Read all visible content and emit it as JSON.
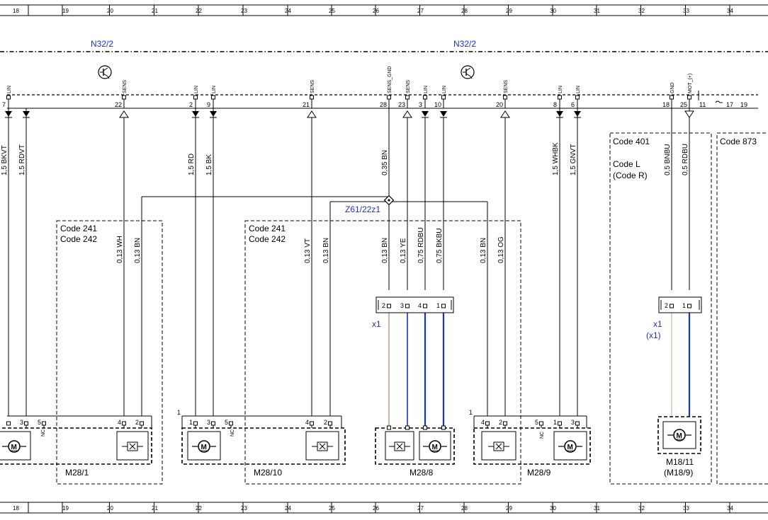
{
  "grid_columns": [
    "18",
    "19",
    "20",
    "21",
    "22",
    "23",
    "24",
    "25",
    "26",
    "27",
    "28",
    "29",
    "30",
    "31",
    "32",
    "33",
    "34"
  ],
  "module_labels": [
    "N32/2",
    "N32/2"
  ],
  "header_pins": [
    {
      "pin": "7",
      "label": "LIN"
    },
    {
      "pin": "22",
      "label": "SENS"
    },
    {
      "pin": "2",
      "label": "LIN"
    },
    {
      "pin": "9",
      "label": "LIN"
    },
    {
      "pin": "21",
      "label": "SENS"
    },
    {
      "pin": "28",
      "label": "SENS_GND"
    },
    {
      "pin": "23",
      "label": "SENS"
    },
    {
      "pin": "3",
      "label": "LIN"
    },
    {
      "pin": "10",
      "label": "LIN"
    },
    {
      "pin": "20",
      "label": "SENS"
    },
    {
      "pin": "8",
      "label": "LIN"
    },
    {
      "pin": "6",
      "label": "LIN"
    },
    {
      "pin": "18",
      "label": "GND"
    },
    {
      "pin": "25",
      "label": "MOT_(+)"
    },
    {
      "pin": "11",
      "label": ""
    },
    {
      "pin": "17",
      "label": ""
    },
    {
      "pin": "19",
      "label": ""
    }
  ],
  "upper_wires": [
    {
      "label": "1,5 BKVT"
    },
    {
      "label": "1,5 RDVT"
    },
    {
      "label": "1,5 RD"
    },
    {
      "label": "1,5 BK"
    },
    {
      "label": "0,35 BN"
    },
    {
      "label": "1,5 WHBK"
    },
    {
      "label": "1,5 GNVT"
    },
    {
      "label": "0,5 BNBU"
    },
    {
      "label": "0,5 RDBU"
    }
  ],
  "lower_wires": [
    {
      "label": "0,13 WH"
    },
    {
      "label": "0,13 BN"
    },
    {
      "label": "0,13 VT"
    },
    {
      "label": "0,13 BN"
    },
    {
      "label": "0,13 BN"
    },
    {
      "label": "0,13 YE"
    },
    {
      "label": "0,75 RDBU"
    },
    {
      "label": "0,75 BKBU"
    },
    {
      "label": "0,13 BN"
    },
    {
      "label": "0,13 OG"
    }
  ],
  "splice_label": "Z61/22z1",
  "code_boxes": [
    {
      "lines": [
        "Code 241",
        "Code 242"
      ]
    },
    {
      "lines": [
        "Code 241",
        "Code 242"
      ]
    },
    {
      "lines": [
        "Code 401",
        "",
        "Code L",
        "(Code R)"
      ]
    },
    {
      "lines": [
        "Code 873"
      ]
    }
  ],
  "connectors": [
    {
      "name": "x1",
      "pins": [
        "2",
        "3",
        "4",
        "1"
      ]
    },
    {
      "name": "x1",
      "alt": "(x1)",
      "pins": [
        "2",
        "1"
      ]
    }
  ],
  "components": [
    {
      "id": "M28/1",
      "pins": [
        "3",
        "5",
        "4",
        "2"
      ],
      "nc": "NC"
    },
    {
      "id": "M28/10",
      "pins": [
        "1",
        "3",
        "5",
        "4",
        "2"
      ],
      "nc": "NC"
    },
    {
      "id": "M28/8",
      "pins": []
    },
    {
      "id": "M28/9",
      "pins": [
        "4",
        "2",
        "5",
        "1",
        "3"
      ],
      "nc": "NC"
    },
    {
      "id": "M18/11",
      "alt": "(M18/9)",
      "pins": []
    }
  ],
  "pin_marker_1": "1",
  "motor_symbol": "M",
  "colors": {
    "line": "#000000",
    "module_label": "#1f2fd0",
    "wire_blue": "#1638b8",
    "wire_tan": "#c8906a",
    "wire_tan_light": "#d9b594"
  }
}
